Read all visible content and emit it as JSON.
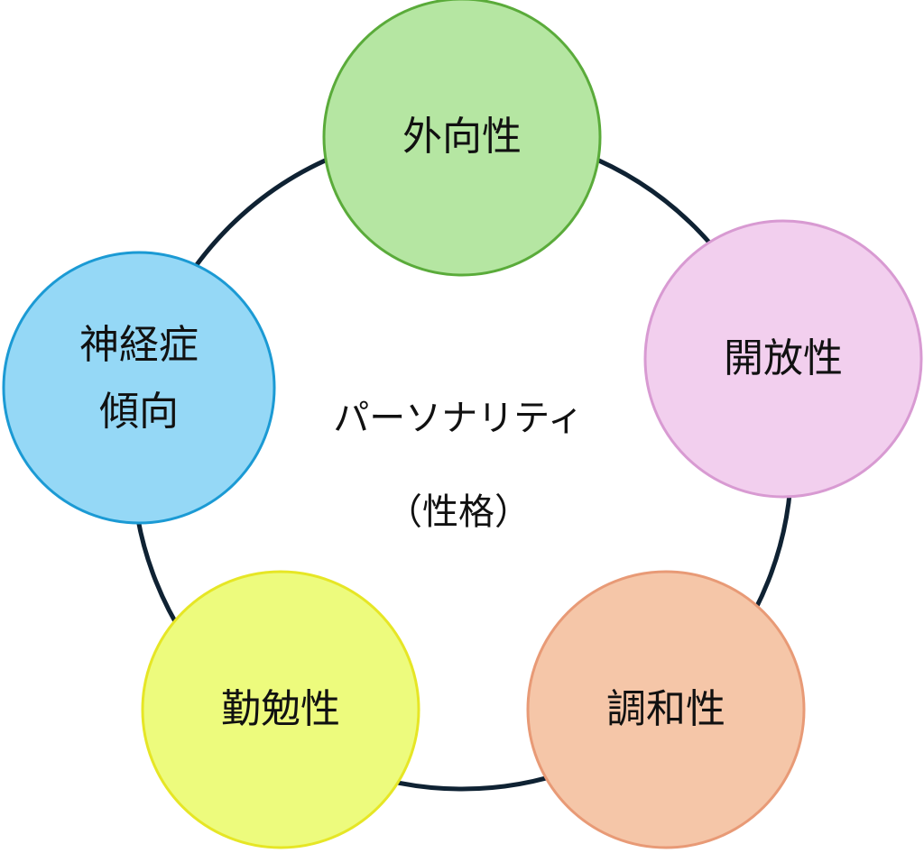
{
  "center": {
    "line1": "パーソナリティ",
    "line2": "（性格）"
  },
  "ring_color": "#0f2233",
  "traits": [
    {
      "label": "外向性",
      "fill": "#b5e6a2",
      "stroke": "#5aab3a"
    },
    {
      "label": "開放性",
      "fill": "#f2cfee",
      "stroke": "#d89ad2"
    },
    {
      "label": "調和性",
      "fill": "#f5c6a8",
      "stroke": "#e89a76"
    },
    {
      "label": "勤勉性",
      "fill": "#edfb7d",
      "stroke": "#e6e625"
    },
    {
      "label": "神経症\n傾向",
      "fill": "#95d8f6",
      "stroke": "#1b9ad4"
    }
  ]
}
